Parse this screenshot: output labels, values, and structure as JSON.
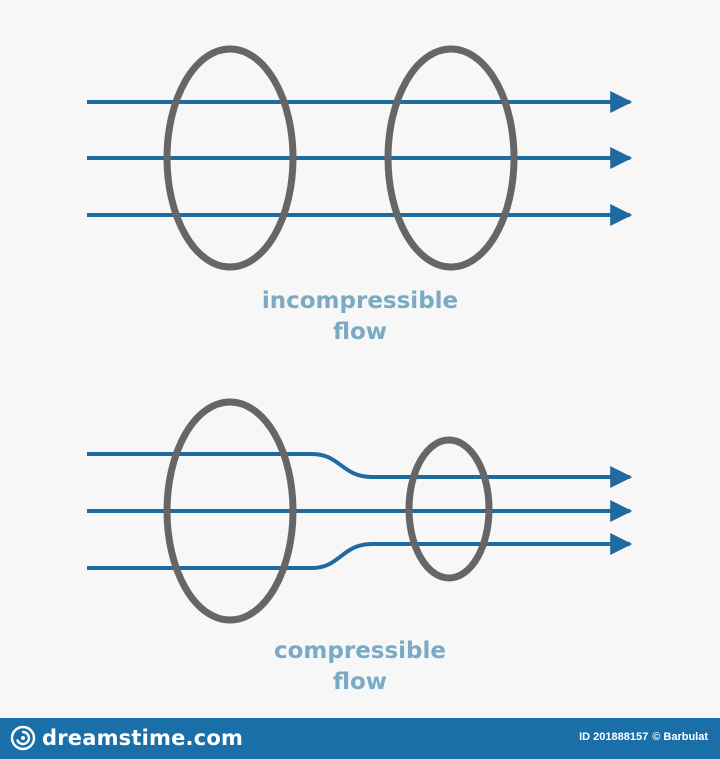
{
  "diagram": {
    "colors": {
      "flow_line": "#1f6aa0",
      "ring": "#666666",
      "caption": "#7aaac4",
      "footer": "#1b6fa8"
    },
    "panels": [
      {
        "caption_line1": "incompressible",
        "caption_line2": "flow",
        "stream_lines": 3,
        "rings": [
          {
            "relative_size": 1.0
          },
          {
            "relative_size": 1.0
          }
        ]
      },
      {
        "caption_line1": "compressible",
        "caption_line2": "flow",
        "stream_lines": 3,
        "rings": [
          {
            "relative_size": 1.0
          },
          {
            "relative_size": 0.6
          }
        ]
      }
    ]
  },
  "footer": {
    "logo_icon": "dreamstime-spiral-icon",
    "site_name": "dreamstime.com",
    "image_id": "ID 201888157",
    "credit": "© Barbulat"
  }
}
